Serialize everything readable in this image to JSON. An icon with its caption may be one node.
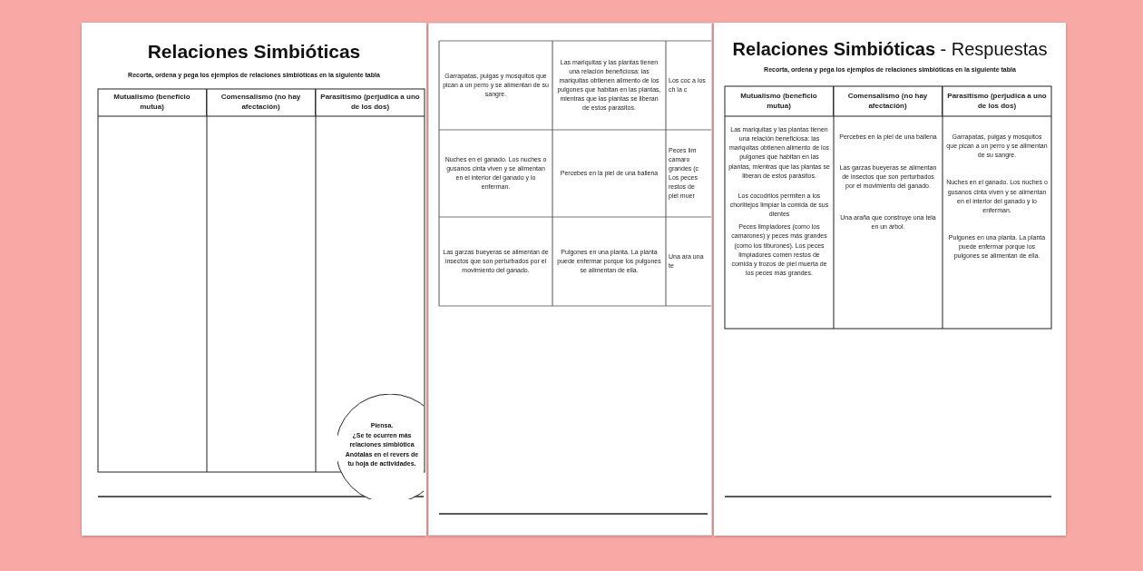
{
  "diagram": {
    "nodes": [
      {
        "text": [
          "Relaciones Simbióticas",
          "Recorta, ordena y pega los ejemplos de relaciones simbióticas en la siguiente tabla"
        ]
      },
      {
        "text": [
          "Mutualismo (beneficio mutua)"
        ],
        "in": 0
      },
      {
        "text": [
          "Comensalismo (no hay afectación)"
        ],
        "in": 0
      },
      {
        "text": [
          "Parasitismo (perjudica a uno de los dos)"
        ],
        "in": 0
      },
      {
        "text": [
          "Piensa.",
          "¿Se te ocurren más relaciones simbiótica Anótalas en el revers de tu hoja de actividades."
        ],
        "in": 0
      },
      {
        "text": [],
        "shape": "box"
      },
      {
        "text": [
          "Garrapatas, pulgas y mosquitos que pican a un perro y se alimentan de su sangre."
        ],
        "in": 5
      },
      {
        "text": [
          "Las mariquitas y las plantas tienen una relación beneficiosa: las mariquitas obtienen alimento de los pulgones que habitan en las plantas, mientras que las plantas se liberan de estos parásitos."
        ],
        "in": 5
      },
      {
        "text": [
          "Los coc a los ch la c"
        ],
        "in": 5
      },
      {
        "text": [
          "Nuches en el ganado. Los nuches o gusanos cinta viven y se alimentan en el interior del ganado y lo enferman."
        ],
        "in": 5
      },
      {
        "text": [
          "Percebes en la piel de una ballena"
        ],
        "in": 5
      },
      {
        "text": [
          "Peces lim camaro grandes (c Los peces restos de piel muer"
        ],
        "in": 5
      },
      {
        "text": [
          "Las garzas bueyeras se alimentan de insectos que son perturbados por el movimiento del ganado."
        ],
        "in": 5
      },
      {
        "text": [
          "Pulgones en una planta. La planta puede enfermar porque los pulgones se alimentan de ella."
        ],
        "in": 5
      },
      {
        "text": [
          "Una ara una te"
        ],
        "in": 5
      },
      {
        "text": [
          "**Relaciones Simbióticas** - Respuestas",
          "Recorta, ordena y pega los ejemplos de relaciones simbióticas en la siguiente tabla"
        ]
      },
      {
        "text": [
          "Mutualismo (beneficio mutua)"
        ],
        "in": 15
      },
      {
        "text": [
          "Comensalismo (no hay afectación)"
        ],
        "in": 15
      },
      {
        "text": [
          "Parasitismo (perjudica a uno de los dos)"
        ],
        "in": 15
      },
      {
        "text": [
          "Las mariquitas y las plantas tienen una relación beneficiosa: las mariquitas obtienen alimento de los pulgones que habitan en las plantas, mientras que las plantas se liberan de estos parásitos.",
          "Los cocodrilos permiten a los chorlitejos limpiar la comida de sus dientes",
          "Peces limpiadores (como los camarones) y peces más grandes (como los tiburones). Los peces limpiadores comen restos de comida y trozos de piel muerta de los peces más grandes."
        ],
        "in": 15
      },
      {
        "text": [
          "Percebes en la piel de una ballena",
          "Las garzas bueyeras se alimentan de insectos que son perturbados por el movimiento del ganado.",
          "Una araña que construye una tela en un árbol."
        ],
        "in": 15
      },
      {
        "text": [
          "Garrapatas, pulgas y mosquitos que pican a un perro y se alimentan de su sangre.",
          "Nuches en el ganado. Los nuches o gusanos cinta viven y se alimentan en el interior del ganado y lo enferman.",
          "Pulgones en una planta. La planta puede enfermar porque los pulgones se alimentan de ella."
        ],
        "in": 15
      }
    ]
  }
}
